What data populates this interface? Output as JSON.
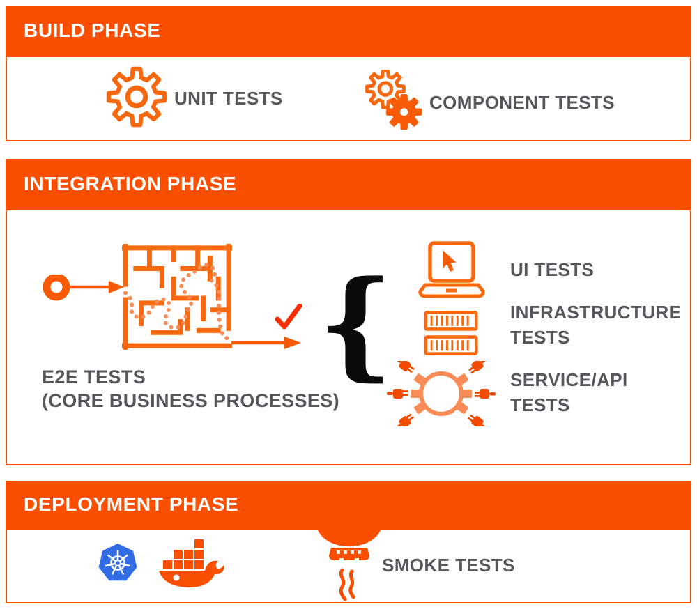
{
  "palette": {
    "orange_primary": "#FA4E01",
    "orange_icon": "#F8690F",
    "orange_fill": "#F85A05",
    "orange_light": "#F98B57",
    "plug_orange": "#F24A00",
    "check_red": "#FA2D00",
    "kubernetes_blue": "#326CE5",
    "text_gray": "#55575A",
    "background": "#FFFFFF"
  },
  "build": {
    "title": "BUILD PHASE",
    "items": [
      {
        "label": "UNIT TESTS",
        "icon": "gear-icon"
      },
      {
        "label": "COMPONENT TESTS",
        "icon": "gears-icon"
      }
    ]
  },
  "integration": {
    "title": "INTEGRATION PHASE",
    "e2e": {
      "title": "E2E TESTS",
      "subtitle": "(CORE BUSINESS PROCESSES)",
      "icon": "maze-icon",
      "start_icon": "start-node-icon",
      "result_icon": "check-icon"
    },
    "right_items": [
      {
        "line1": "UI TESTS",
        "line2": "",
        "icon": "laptop-cursor-icon"
      },
      {
        "line1": "INFRASTRUCTURE",
        "line2": "TESTS",
        "icon": "server-containers-icon"
      },
      {
        "line1": "SERVICE/API",
        "line2": "TESTS",
        "icon": "api-plugs-icon"
      }
    ]
  },
  "deployment": {
    "title": "DEPLOYMENT PHASE",
    "logos": [
      {
        "icon": "kubernetes-logo"
      },
      {
        "icon": "docker-logo"
      }
    ],
    "items": [
      {
        "label": "SMOKE TESTS",
        "icon": "smoke-detector-icon"
      }
    ]
  }
}
